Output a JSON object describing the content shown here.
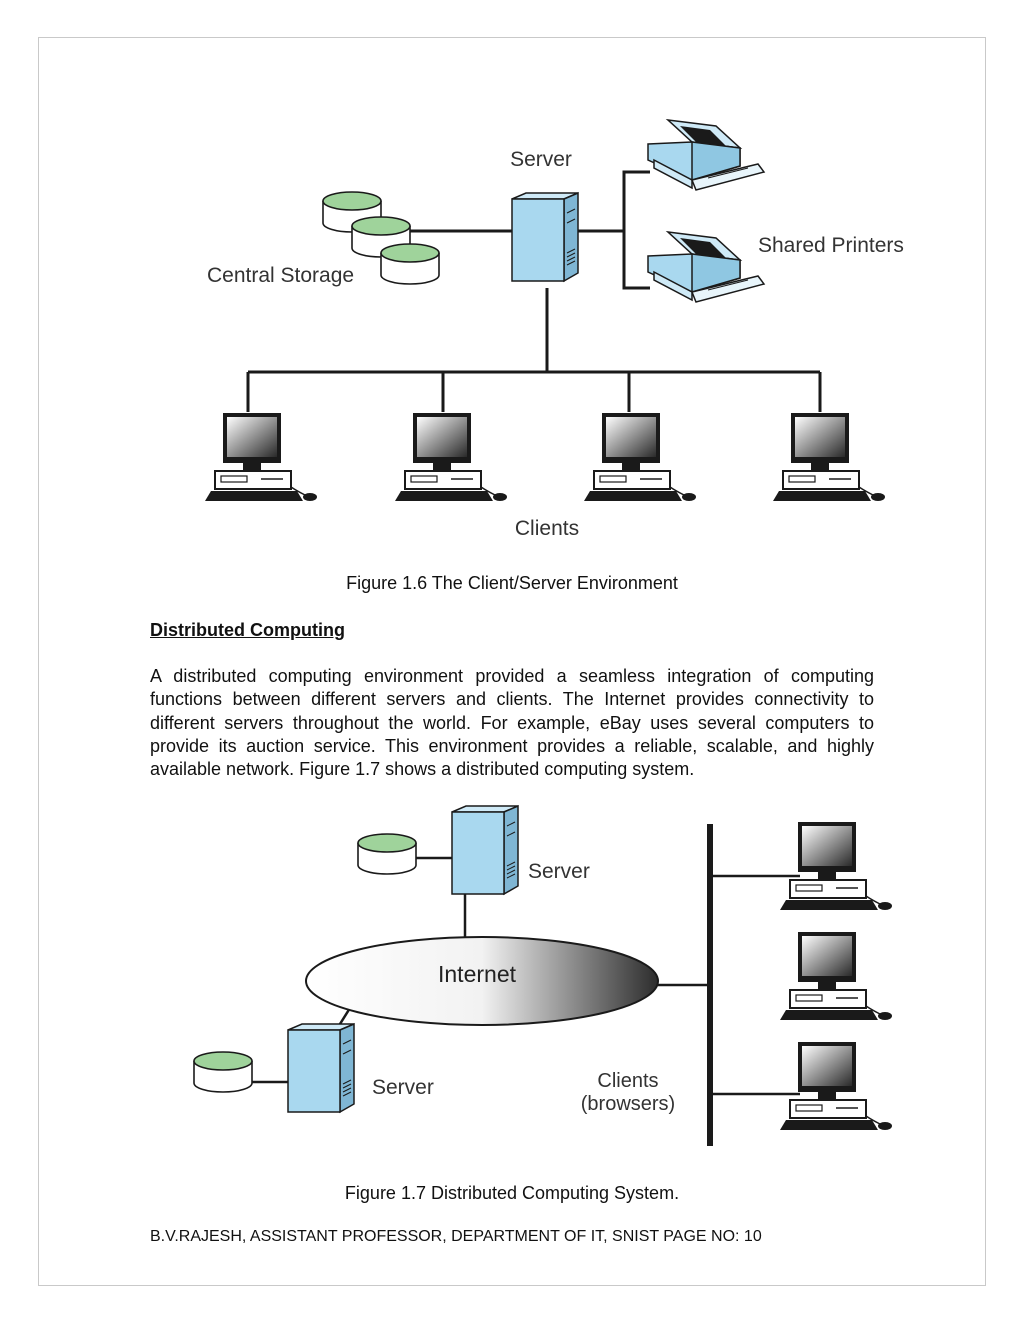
{
  "figure_6": {
    "label_server": "Server",
    "label_central_storage": "Central Storage",
    "label_shared_printers": "Shared Printers",
    "label_clients": "Clients",
    "caption": "Figure 1.6 The Client/Server Environment"
  },
  "section": {
    "heading": "Distributed Computing",
    "paragraph": "A distributed computing environment provided a seamless integration of computing functions between different servers and clients.  The Internet provides connectivity to different servers throughout the world.  For example, eBay uses several computers to provide its auction service.  This environment provides a reliable, scalable, and highly available network.  Figure 1.7 shows a distributed computing system."
  },
  "figure_7": {
    "label_server_top": "Server",
    "label_internet": "Internet",
    "label_server_bottom": "Server",
    "label_clients_line1": "Clients",
    "label_clients_line2": "(browsers)",
    "caption": "Figure 1.7 Distributed Computing System."
  },
  "footer": {
    "text": "B.V.RAJESH, ASSISTANT PROFESSOR, DEPARTMENT OF IT, SNIST   PAGE NO: 10"
  },
  "colors": {
    "device_blue": "#a9d8ef",
    "disk_green": "#9fd39b",
    "line": "#1a1a1a"
  }
}
